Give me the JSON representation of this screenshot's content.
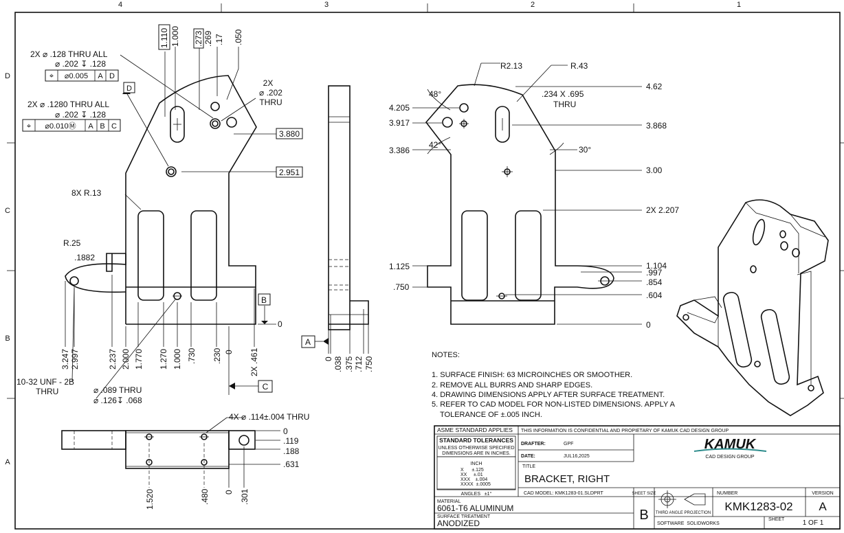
{
  "zones": {
    "top": [
      "4",
      "3",
      "2",
      "1"
    ],
    "side": [
      "D",
      "C",
      "B",
      "A"
    ]
  },
  "front_view": {
    "note_hole_128": "2X ⌀ .128 THRU ALL",
    "note_hole_128_cbore": "⌀ .202 ↧ .128",
    "fcf1": [
      "⌖",
      "⌀0.005",
      "A",
      "D"
    ],
    "note_hole_1280": "2X ⌀ .1280 THRU ALL",
    "note_hole_1280_cbore": "⌀ .202 ↧ .128",
    "fcf2": [
      "⌖",
      "⌀0.010Ⓜ",
      "A",
      "B",
      "C"
    ],
    "datum_d": "D",
    "top_dims": [
      "1.110",
      "1.000",
      ".273",
      ".269",
      ".17",
      ".050"
    ],
    "note_202": [
      "2X",
      "⌀ .202",
      "THRU"
    ],
    "dim_3880": "3.880",
    "dim_2951": "2.951",
    "radius_note": "8X R.13",
    "r25": "R.25",
    "dim_1882": ".1882",
    "datum_b": "B",
    "zero_b": "0",
    "bottom_dims": [
      "3.247",
      "2.997",
      "2.237",
      "2.000",
      "1.770",
      "1.270",
      "1.000",
      ".730",
      ".230",
      "0",
      "2X .461"
    ],
    "thread_note": [
      "10-32 UNF - 2B",
      "THRU"
    ],
    "hole_089": "⌀ .089 THRU",
    "hole_089_cbore": "⌀ .126↧ .068",
    "datum_c": "C"
  },
  "side_view": {
    "datum_a": "A",
    "bottom_dims": [
      "0",
      ".038",
      ".375",
      ".712",
      ".750"
    ]
  },
  "rear_view": {
    "r213": "R2.13",
    "r43": "R.43",
    "slot_note": [
      ".234 X .695",
      "THRU"
    ],
    "a48": "48°",
    "a42": "42°",
    "a30": "30°",
    "left_dims": [
      "4.205",
      "3.917",
      "3.386",
      "1.125",
      ".750"
    ],
    "right_dims": [
      "4.62",
      "3.868",
      "3.00",
      "2X 2.207",
      "1.104",
      ".997",
      ".854",
      ".604",
      "0"
    ]
  },
  "bottom_view": {
    "hole_note": "4X ⌀ .114±.004 THRU",
    "right_dims": [
      "0",
      ".119",
      ".188",
      ".631"
    ],
    "bottom_dims": [
      "1.520",
      ".480",
      "0",
      ".301"
    ]
  },
  "notes": {
    "header": "NOTES:",
    "items": [
      "1. SURFACE FINISH: 63 MICROINCHES OR SMOOTHER.",
      "2. REMOVE ALL BURRS AND SHARP EDGES.",
      "4. DRAWING DIMENSIONS APPLY AFTER SURFACE TREATMENT.",
      "5. REFER TO CAD MODEL FOR NON-LISTED DIMENSIONS. APPLY A",
      "    TOLERANCE OF ±.005 INCH."
    ]
  },
  "title_block": {
    "asme": "ASME STANDARD APPLIES",
    "confidential": "THIS INFORMATION IS CONFIDENTIAL AND PROPIETARY OF KAMUK CAD DESIGN GROUP",
    "std_tol": "STANDARD TOLERANCES",
    "unless1": "UNLESS OTHERWISE SPECIFIED",
    "unless2": "DIMENSIONS ARE IN INCHES.",
    "inch": "INCH",
    "tol_rows": [
      "X      ±.125",
      "XX     ±.01",
      "XXX    ±.004",
      "XXXX  ±.0005"
    ],
    "angles": "ANGLES   ±1°",
    "drafter_label": "DRAFTER:",
    "drafter": "GPF",
    "date_label": "DATE:",
    "date": "JUL16,2025",
    "logo": "KAMUK",
    "logo_sub": "CAD DESIGN GROUP",
    "title_label": "TITLE",
    "title": "BRACKET, RIGHT",
    "cad_model": "CAD MODEL: KMK1283-01.SLDPRT",
    "material_label": "MATERIAL",
    "material": "6061-T6 ALUMINUM",
    "surface_label": "SURFACE TREATMENT",
    "surface": "ANODIZED",
    "sheet_size_label": "SHEET SIZE",
    "sheet_size": "B",
    "projection": "THIRD ANGLE PROJECTION",
    "number_label": "NUMBER",
    "number": "KMK1283-02",
    "version_label": "VERSION",
    "version": "A",
    "software": "SOFTWARE  SOLIDWORKS",
    "sheet_label": "SHEET",
    "sheet": "1 OF 1"
  },
  "colors": {
    "ink": "#111111",
    "logo_accent": "#2a8a8a"
  }
}
